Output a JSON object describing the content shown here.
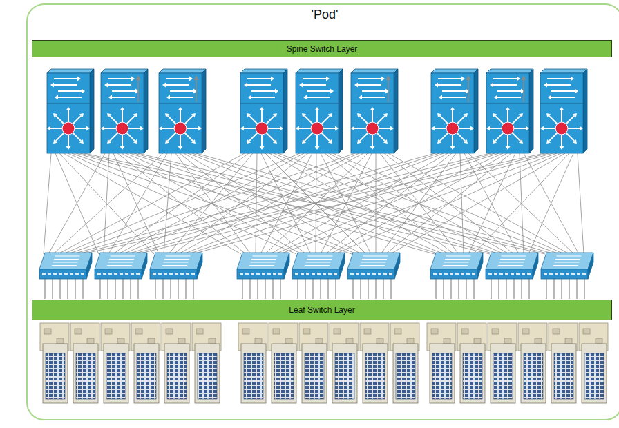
{
  "diagram": {
    "nodes": [
      {
        "text": [
          "'Pod'"
        ]
      },
      {
        "text": [
          "Spine Switch Layer"
        ],
        "in": 0
      },
      {
        "text": [
          "Leaf Switch Layer"
        ],
        "in": 0
      }
    ]
  }
}
